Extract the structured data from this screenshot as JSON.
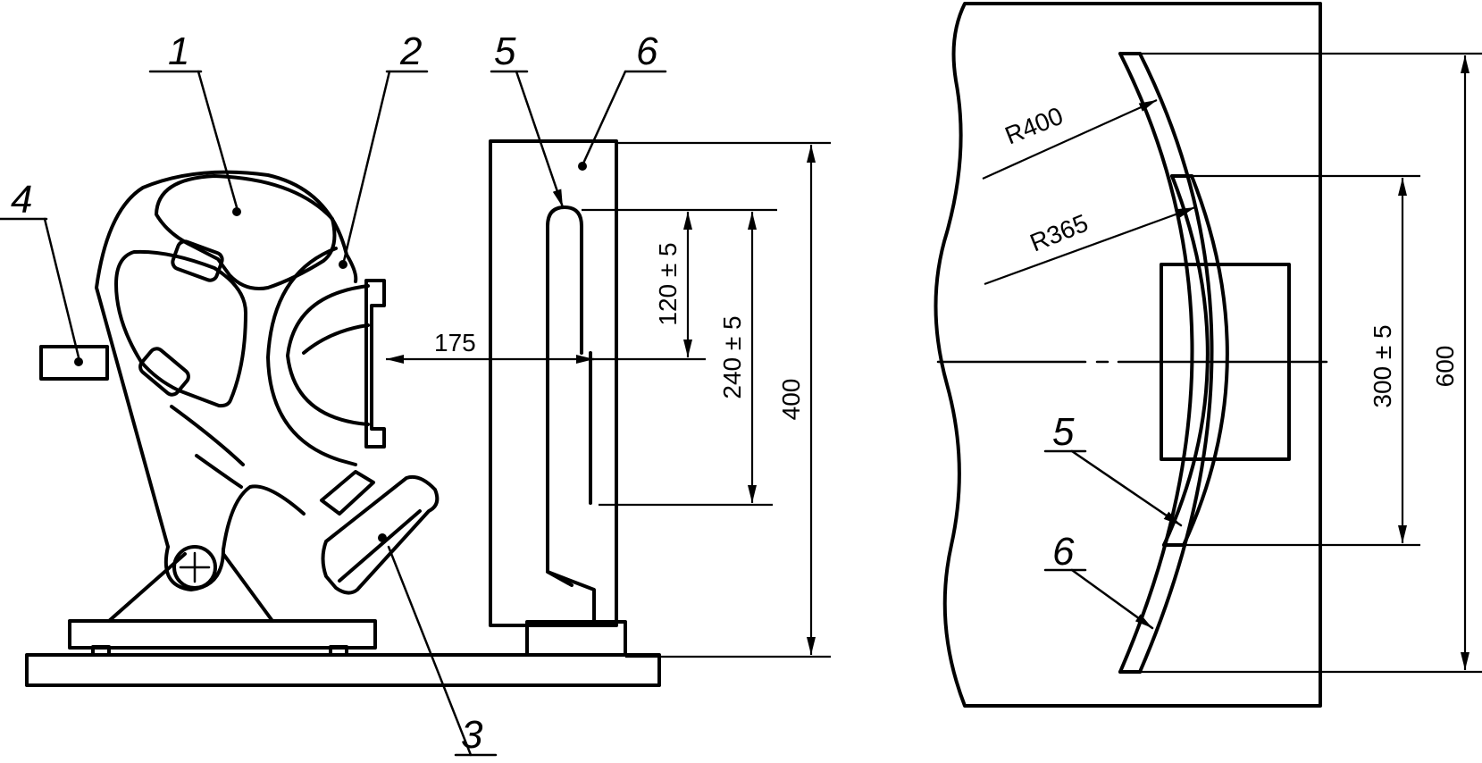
{
  "callouts": {
    "c1": "1",
    "c2": "2",
    "c3": "3",
    "c4": "4",
    "c5": "5",
    "c6": "6",
    "c5_plan": "5",
    "c6_plan": "6"
  },
  "dimensions": {
    "d175": "175",
    "d120": "120 ± 5",
    "d240": "240 ± 5",
    "d400": "400",
    "r400": "R400",
    "r365": "R365",
    "d300": "300 ± 5",
    "d600": "600"
  },
  "colors": {
    "line": "#000000",
    "background": "#ffffff"
  }
}
